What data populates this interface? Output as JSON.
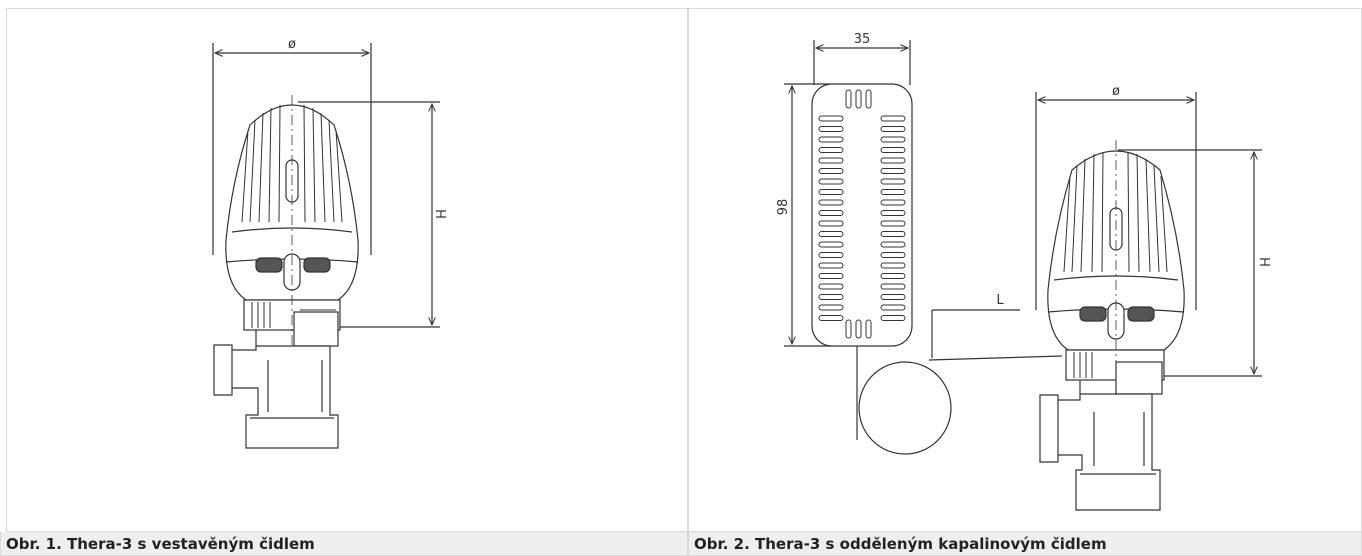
{
  "figures": [
    {
      "caption": "Obr. 1. Thera-3 s vestavěným čidlem",
      "dimensions": {
        "diameter": "ø",
        "height": "H"
      }
    },
    {
      "caption": "Obr. 2. Thera-3 s odděleným kapalinovým čidlem",
      "dimensions": {
        "sensor_width": "35",
        "sensor_height": "98",
        "capillary_length": "L",
        "diameter": "ø",
        "height": "H"
      }
    }
  ],
  "colors": {
    "line": "#333333",
    "body_fill": "#ffffff",
    "caption_bg": "#eeeeee",
    "border": "#d9d9d9",
    "knob_dark": "#555555"
  }
}
